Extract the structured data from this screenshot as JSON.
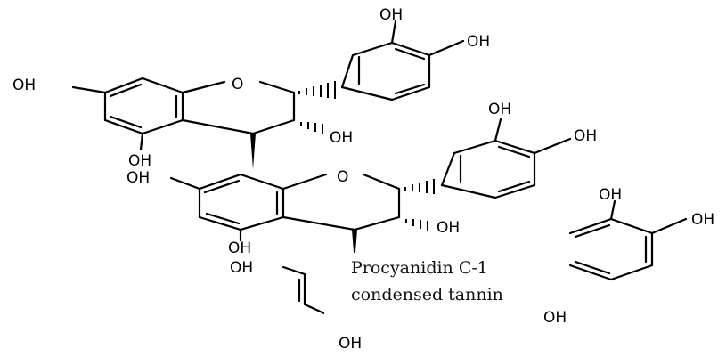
{
  "molecule": {
    "caption": {
      "line1": "Procyanidin C-1",
      "line2": "condensed tannin"
    },
    "atoms": {
      "oh": "OH",
      "oh_right": "OH",
      "o": "O"
    }
  }
}
